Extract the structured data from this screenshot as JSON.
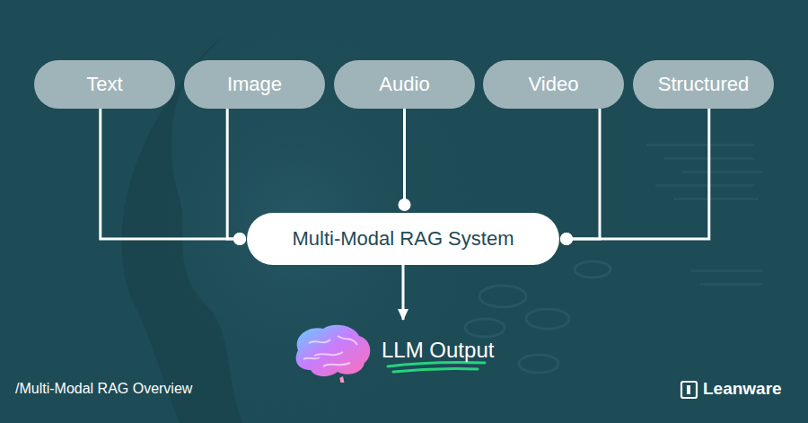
{
  "diagram": {
    "nodes": [
      {
        "text": [
          "Text"
        ]
      },
      {
        "text": [
          "Image"
        ]
      },
      {
        "text": [
          "Audio"
        ]
      },
      {
        "text": [
          "Video"
        ]
      },
      {
        "text": [
          "Structured"
        ]
      },
      {
        "text": [
          "Multi-Modal RAG System"
        ]
      },
      {
        "text": [
          "LLM Output"
        ]
      }
    ],
    "edges": [
      {
        "from": 0,
        "to": 5,
        "arrow": "none"
      },
      {
        "from": 1,
        "to": 5,
        "arrow": "none"
      },
      {
        "from": 2,
        "to": 5,
        "arrow": "none"
      },
      {
        "from": 3,
        "to": 5,
        "arrow": "none"
      },
      {
        "from": 4,
        "to": 5,
        "arrow": "none"
      },
      {
        "from": 5,
        "to": 6,
        "arrow": "to"
      }
    ],
    "labels": [
      "/Multi-Modal RAG Overview",
      "Leanware"
    ]
  }
}
